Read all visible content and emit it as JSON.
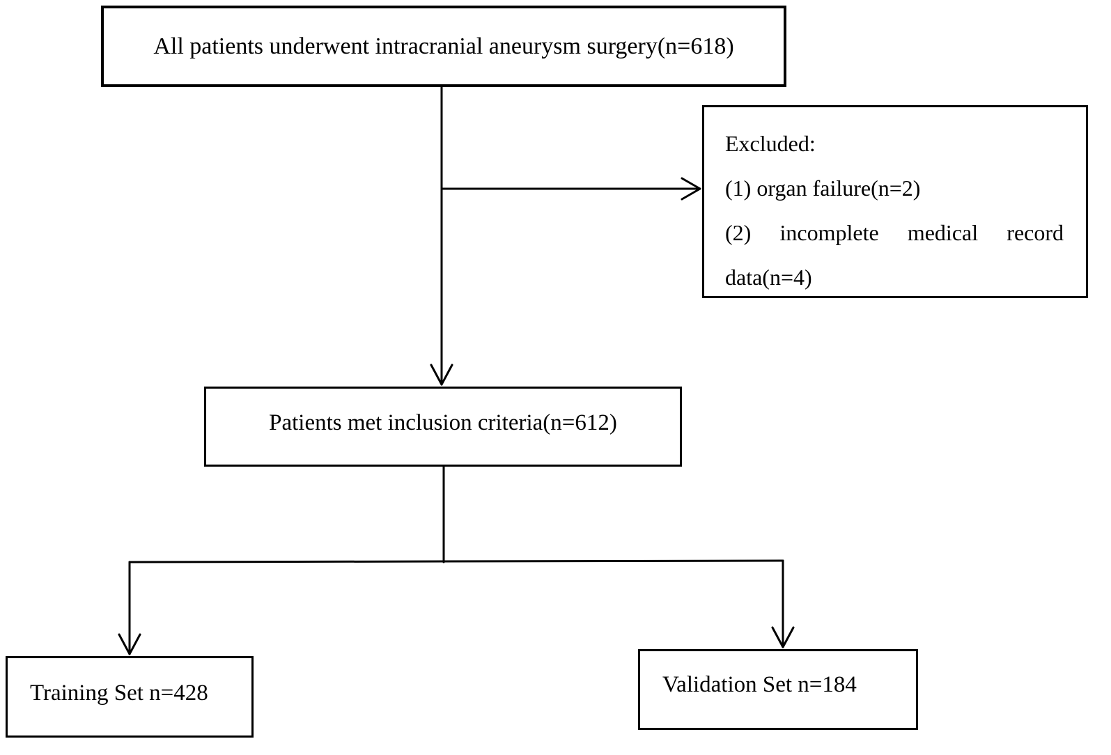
{
  "flowchart": {
    "start_box": {
      "text": "All patients underwent intracranial aneurysm surgery(n=618)"
    },
    "excluded_box": {
      "heading": "Excluded:",
      "item1": "(1)  organ failure(n=2)",
      "item2_line1": "(2) incomplete medical record",
      "item2_line2": "data(n=4)"
    },
    "inclusion_box": {
      "text": "Patients met inclusion criteria(n=612)"
    },
    "training_box": {
      "text": "Training Set n=428"
    },
    "validation_box": {
      "text": "Validation Set n=184"
    },
    "colors": {
      "line": "#000000",
      "box_border": "#000000",
      "background": "#ffffff"
    }
  }
}
